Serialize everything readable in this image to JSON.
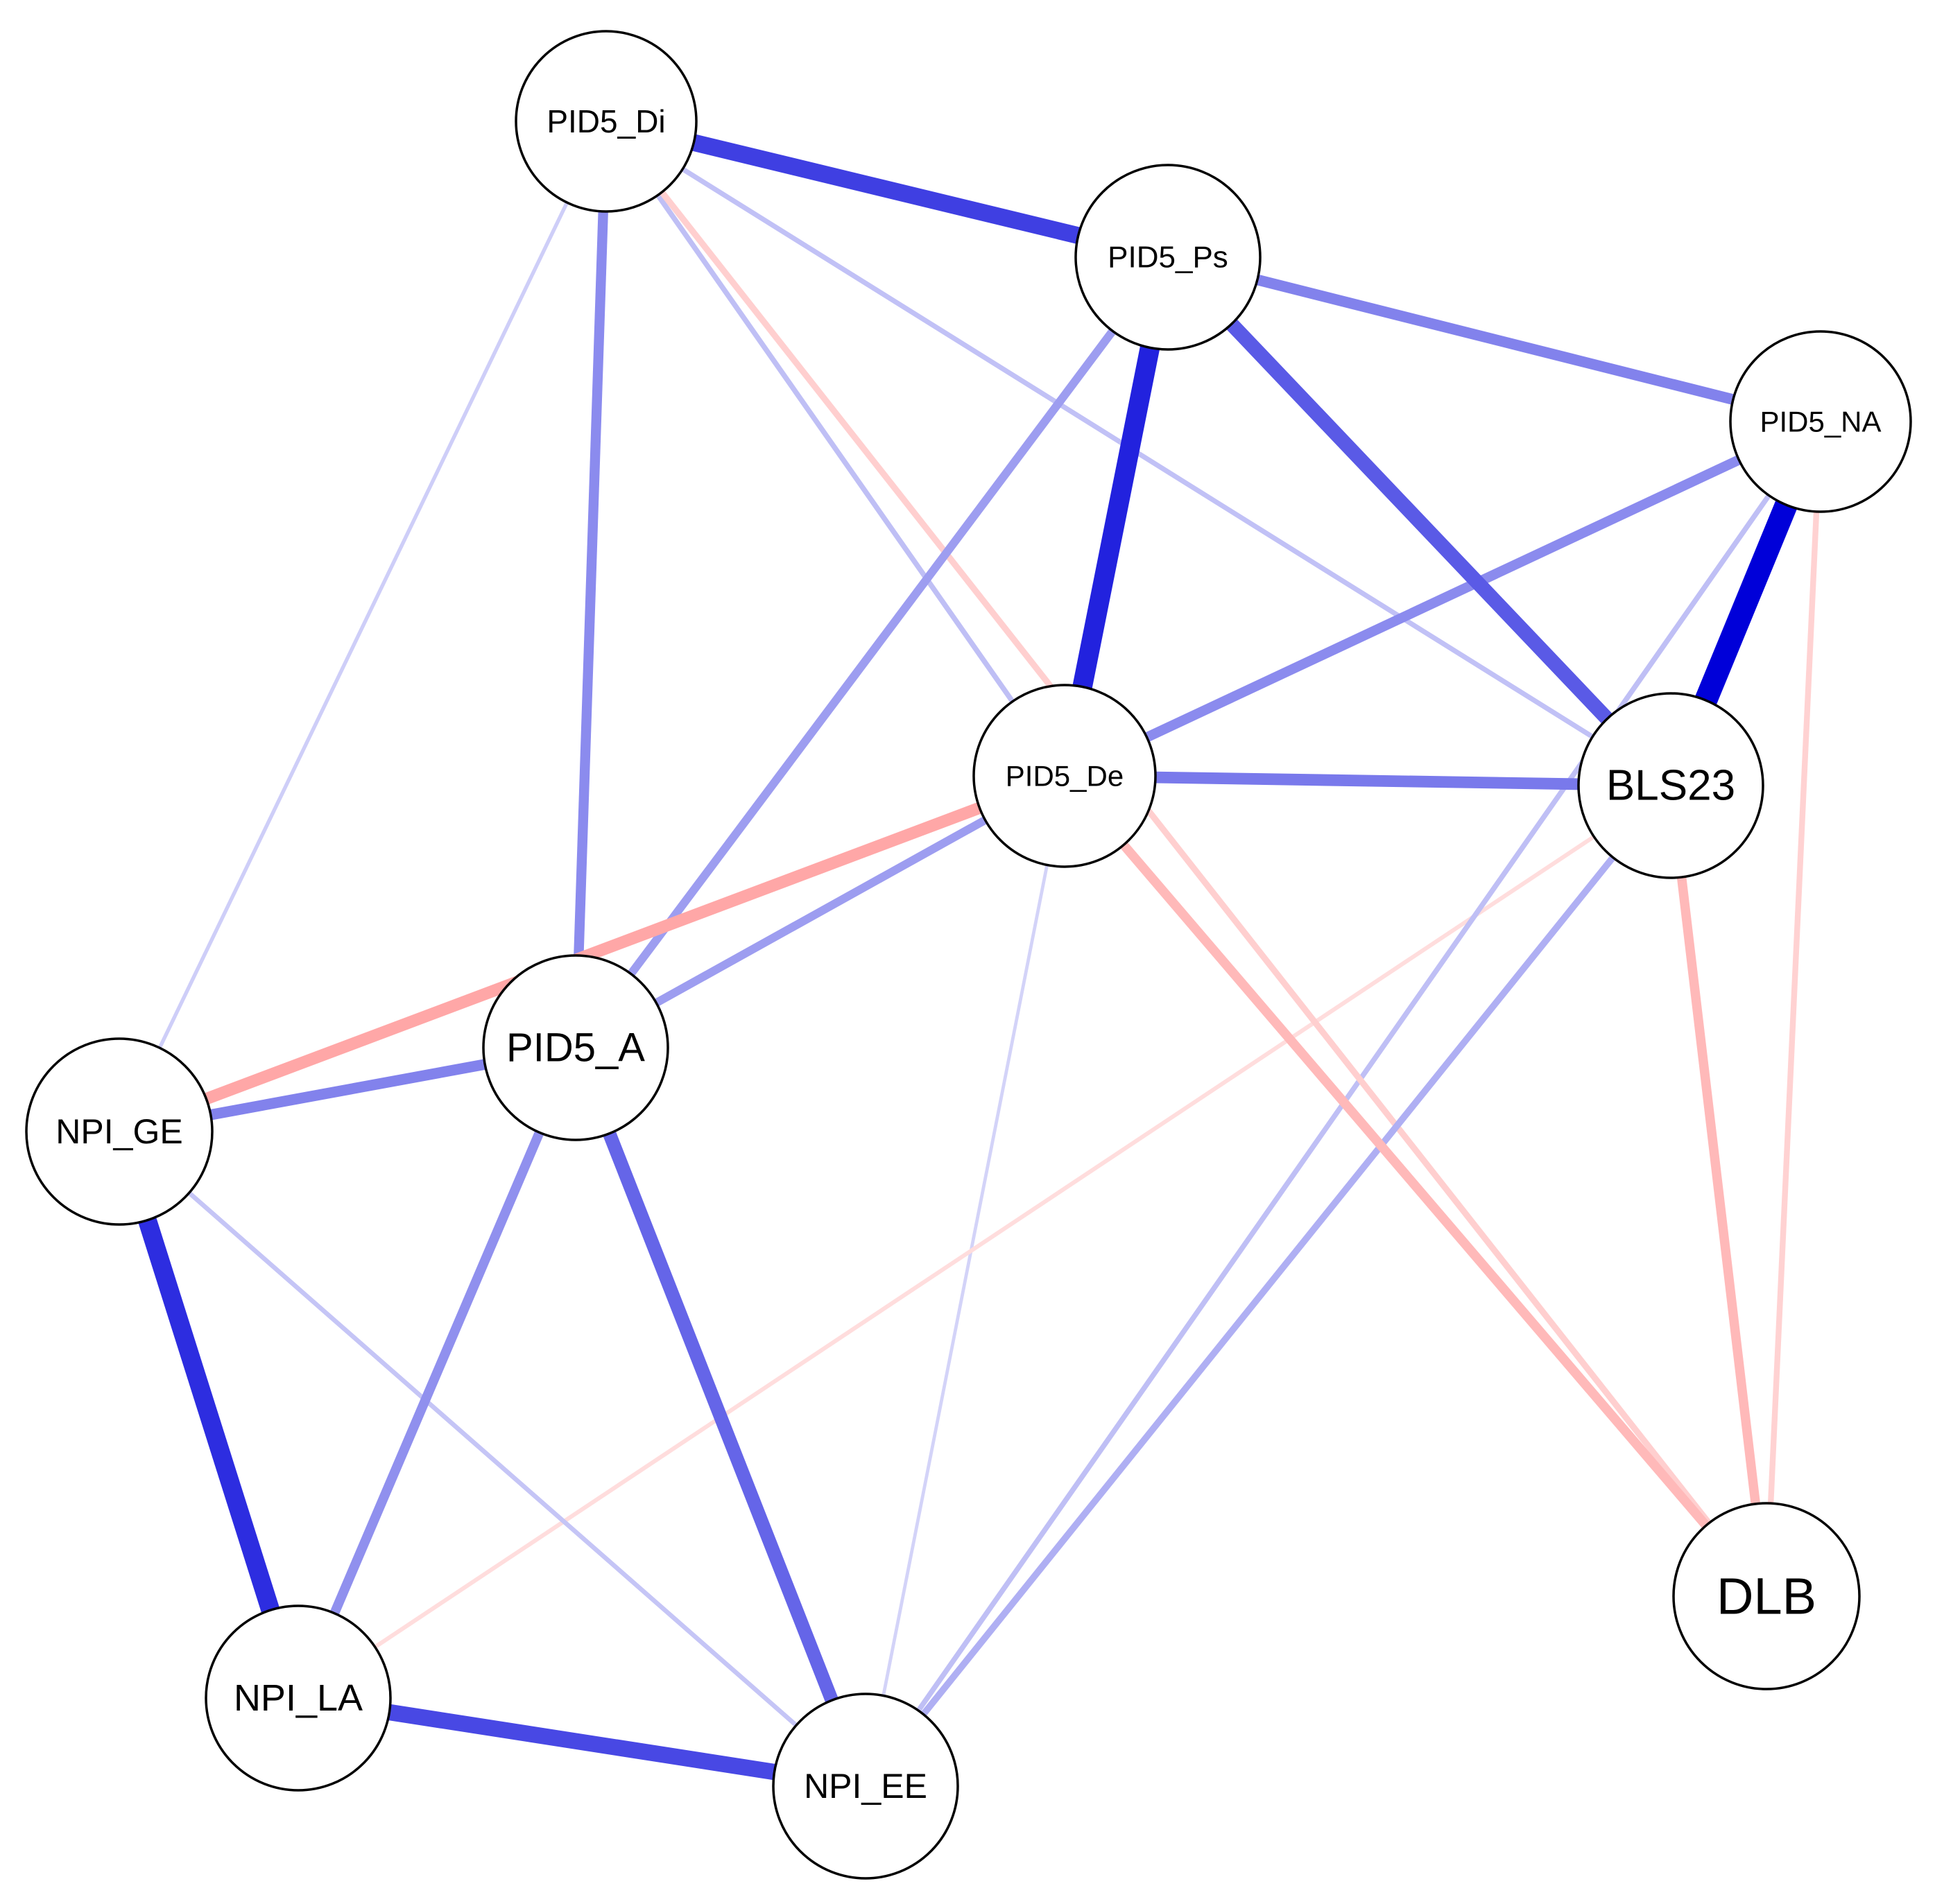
{
  "diagram": {
    "type": "network",
    "colors": {
      "positive_edge": "#0000d9",
      "negative_edge": "#ff5c5c",
      "node_fill": "#ffffff",
      "node_stroke": "#000000",
      "background": "#ffffff"
    },
    "nodes": [
      {
        "id": "PID5_Di",
        "label": "PID5_Di"
      },
      {
        "id": "PID5_Ps",
        "label": "PID5_Ps"
      },
      {
        "id": "PID5_NA",
        "label": "PID5_NA"
      },
      {
        "id": "PID5_De",
        "label": "PID5_De"
      },
      {
        "id": "BLS23",
        "label": "BLS23"
      },
      {
        "id": "PID5_A",
        "label": "PID5_A"
      },
      {
        "id": "NPI_GE",
        "label": "NPI_GE"
      },
      {
        "id": "NPI_LA",
        "label": "NPI_LA"
      },
      {
        "id": "NPI_EE",
        "label": "NPI_EE"
      },
      {
        "id": "DLB",
        "label": "DLB"
      }
    ],
    "edges": [
      {
        "from": "PID5_Di",
        "to": "PID5_Ps",
        "sign": "positive",
        "strength": 0.72
      },
      {
        "from": "PID5_Di",
        "to": "PID5_A",
        "sign": "positive",
        "strength": 0.38
      },
      {
        "from": "PID5_Di",
        "to": "NPI_GE",
        "sign": "positive",
        "strength": 0.08
      },
      {
        "from": "PID5_Di",
        "to": "PID5_De",
        "sign": "positive",
        "strength": 0.15
      },
      {
        "from": "PID5_Di",
        "to": "DLB",
        "sign": "negative",
        "strength": 0.2
      },
      {
        "from": "PID5_Di",
        "to": "BLS23",
        "sign": "positive",
        "strength": 0.14
      },
      {
        "from": "PID5_Ps",
        "to": "PID5_De",
        "sign": "positive",
        "strength": 0.85
      },
      {
        "from": "PID5_Ps",
        "to": "BLS23",
        "sign": "positive",
        "strength": 0.6
      },
      {
        "from": "PID5_Ps",
        "to": "PID5_NA",
        "sign": "positive",
        "strength": 0.42
      },
      {
        "from": "PID5_Ps",
        "to": "PID5_A",
        "sign": "positive",
        "strength": 0.3
      },
      {
        "from": "PID5_NA",
        "to": "BLS23",
        "sign": "positive",
        "strength": 1.0
      },
      {
        "from": "PID5_NA",
        "to": "PID5_De",
        "sign": "positive",
        "strength": 0.38
      },
      {
        "from": "PID5_NA",
        "to": "DLB",
        "sign": "negative",
        "strength": 0.18
      },
      {
        "from": "PID5_NA",
        "to": "NPI_EE",
        "sign": "positive",
        "strength": 0.15
      },
      {
        "from": "PID5_De",
        "to": "BLS23",
        "sign": "positive",
        "strength": 0.46
      },
      {
        "from": "PID5_De",
        "to": "NPI_GE",
        "sign": "negative",
        "strength": 0.48
      },
      {
        "from": "PID5_De",
        "to": "PID5_A",
        "sign": "positive",
        "strength": 0.3
      },
      {
        "from": "PID5_De",
        "to": "DLB",
        "sign": "negative",
        "strength": 0.35
      },
      {
        "from": "PID5_De",
        "to": "NPI_EE",
        "sign": "positive",
        "strength": 0.06
      },
      {
        "from": "BLS23",
        "to": "DLB",
        "sign": "negative",
        "strength": 0.35
      },
      {
        "from": "BLS23",
        "to": "NPI_EE",
        "sign": "positive",
        "strength": 0.22
      },
      {
        "from": "BLS23",
        "to": "NPI_LA",
        "sign": "negative",
        "strength": 0.1
      },
      {
        "from": "PID5_A",
        "to": "NPI_GE",
        "sign": "positive",
        "strength": 0.42
      },
      {
        "from": "PID5_A",
        "to": "NPI_LA",
        "sign": "positive",
        "strength": 0.36
      },
      {
        "from": "PID5_A",
        "to": "NPI_EE",
        "sign": "positive",
        "strength": 0.55
      },
      {
        "from": "NPI_GE",
        "to": "NPI_LA",
        "sign": "positive",
        "strength": 0.8
      },
      {
        "from": "NPI_GE",
        "to": "NPI_EE",
        "sign": "positive",
        "strength": 0.12
      },
      {
        "from": "NPI_LA",
        "to": "NPI_EE",
        "sign": "positive",
        "strength": 0.68
      }
    ]
  }
}
